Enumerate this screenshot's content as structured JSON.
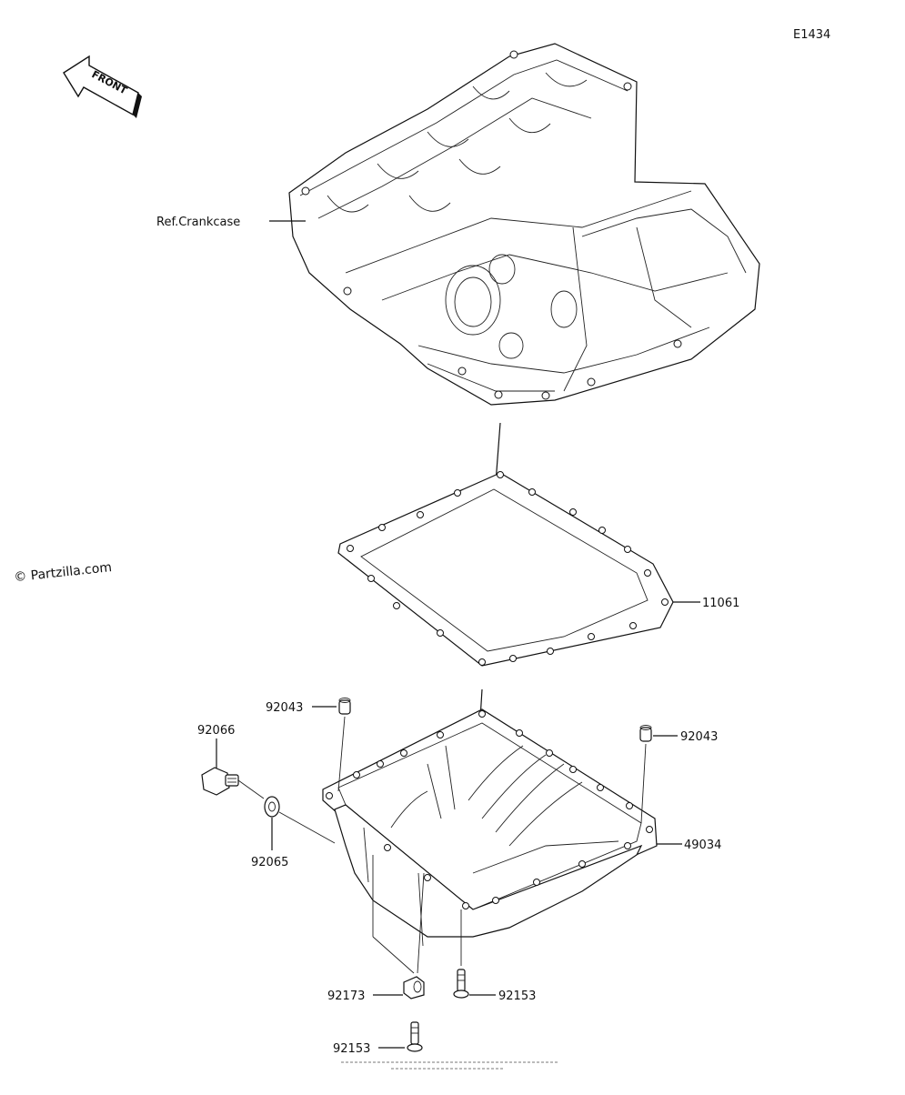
{
  "diagram_code": "E1434",
  "front_label": "FRONT",
  "watermark": "© Partzilla.com",
  "ref_label": "Ref.Crankcase",
  "labels": {
    "p11061": "11061",
    "p92043_left": "92043",
    "p92043_right": "92043",
    "p92066": "92066",
    "p92065": "92065",
    "p49034": "49034",
    "p92173": "92173",
    "p92153_right": "92153",
    "p92153_bottom": "92153"
  }
}
